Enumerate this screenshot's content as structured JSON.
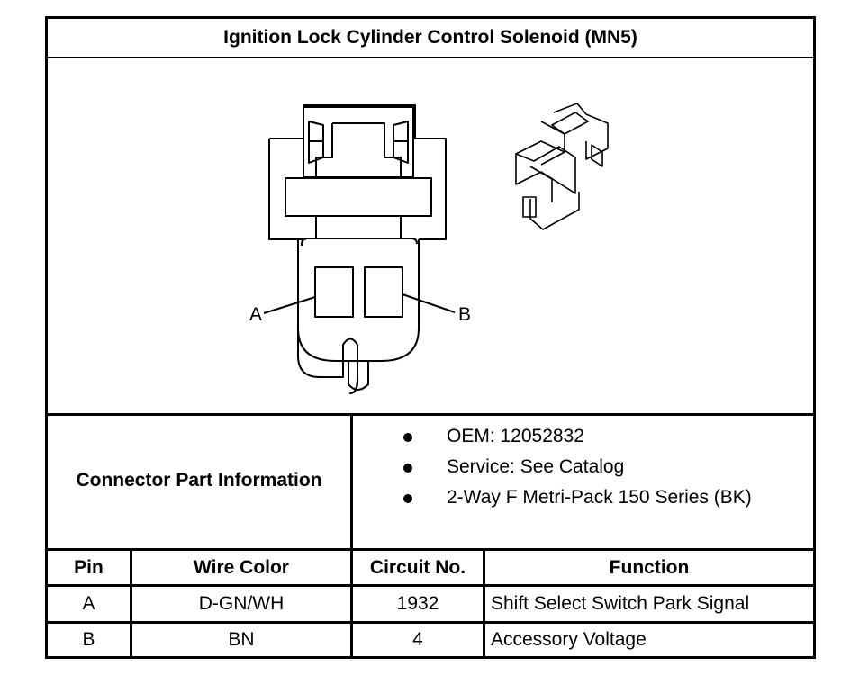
{
  "title": "Ignition Lock Cylinder Control Solenoid (MN5)",
  "diagram": {
    "pin_labels": [
      "A",
      "B"
    ]
  },
  "connector_part_information": {
    "label": "Connector Part Information",
    "items": [
      "OEM: 12052832",
      "Service: See Catalog",
      "2-Way F Metri-Pack 150 Series (BK)"
    ]
  },
  "table": {
    "headers": [
      "Pin",
      "Wire Color",
      "Circuit No.",
      "Function"
    ],
    "rows": [
      [
        "A",
        "D-GN/WH",
        "1932",
        "Shift Select Switch Park Signal"
      ],
      [
        "B",
        "BN",
        "4",
        "Accessory Voltage"
      ]
    ]
  }
}
